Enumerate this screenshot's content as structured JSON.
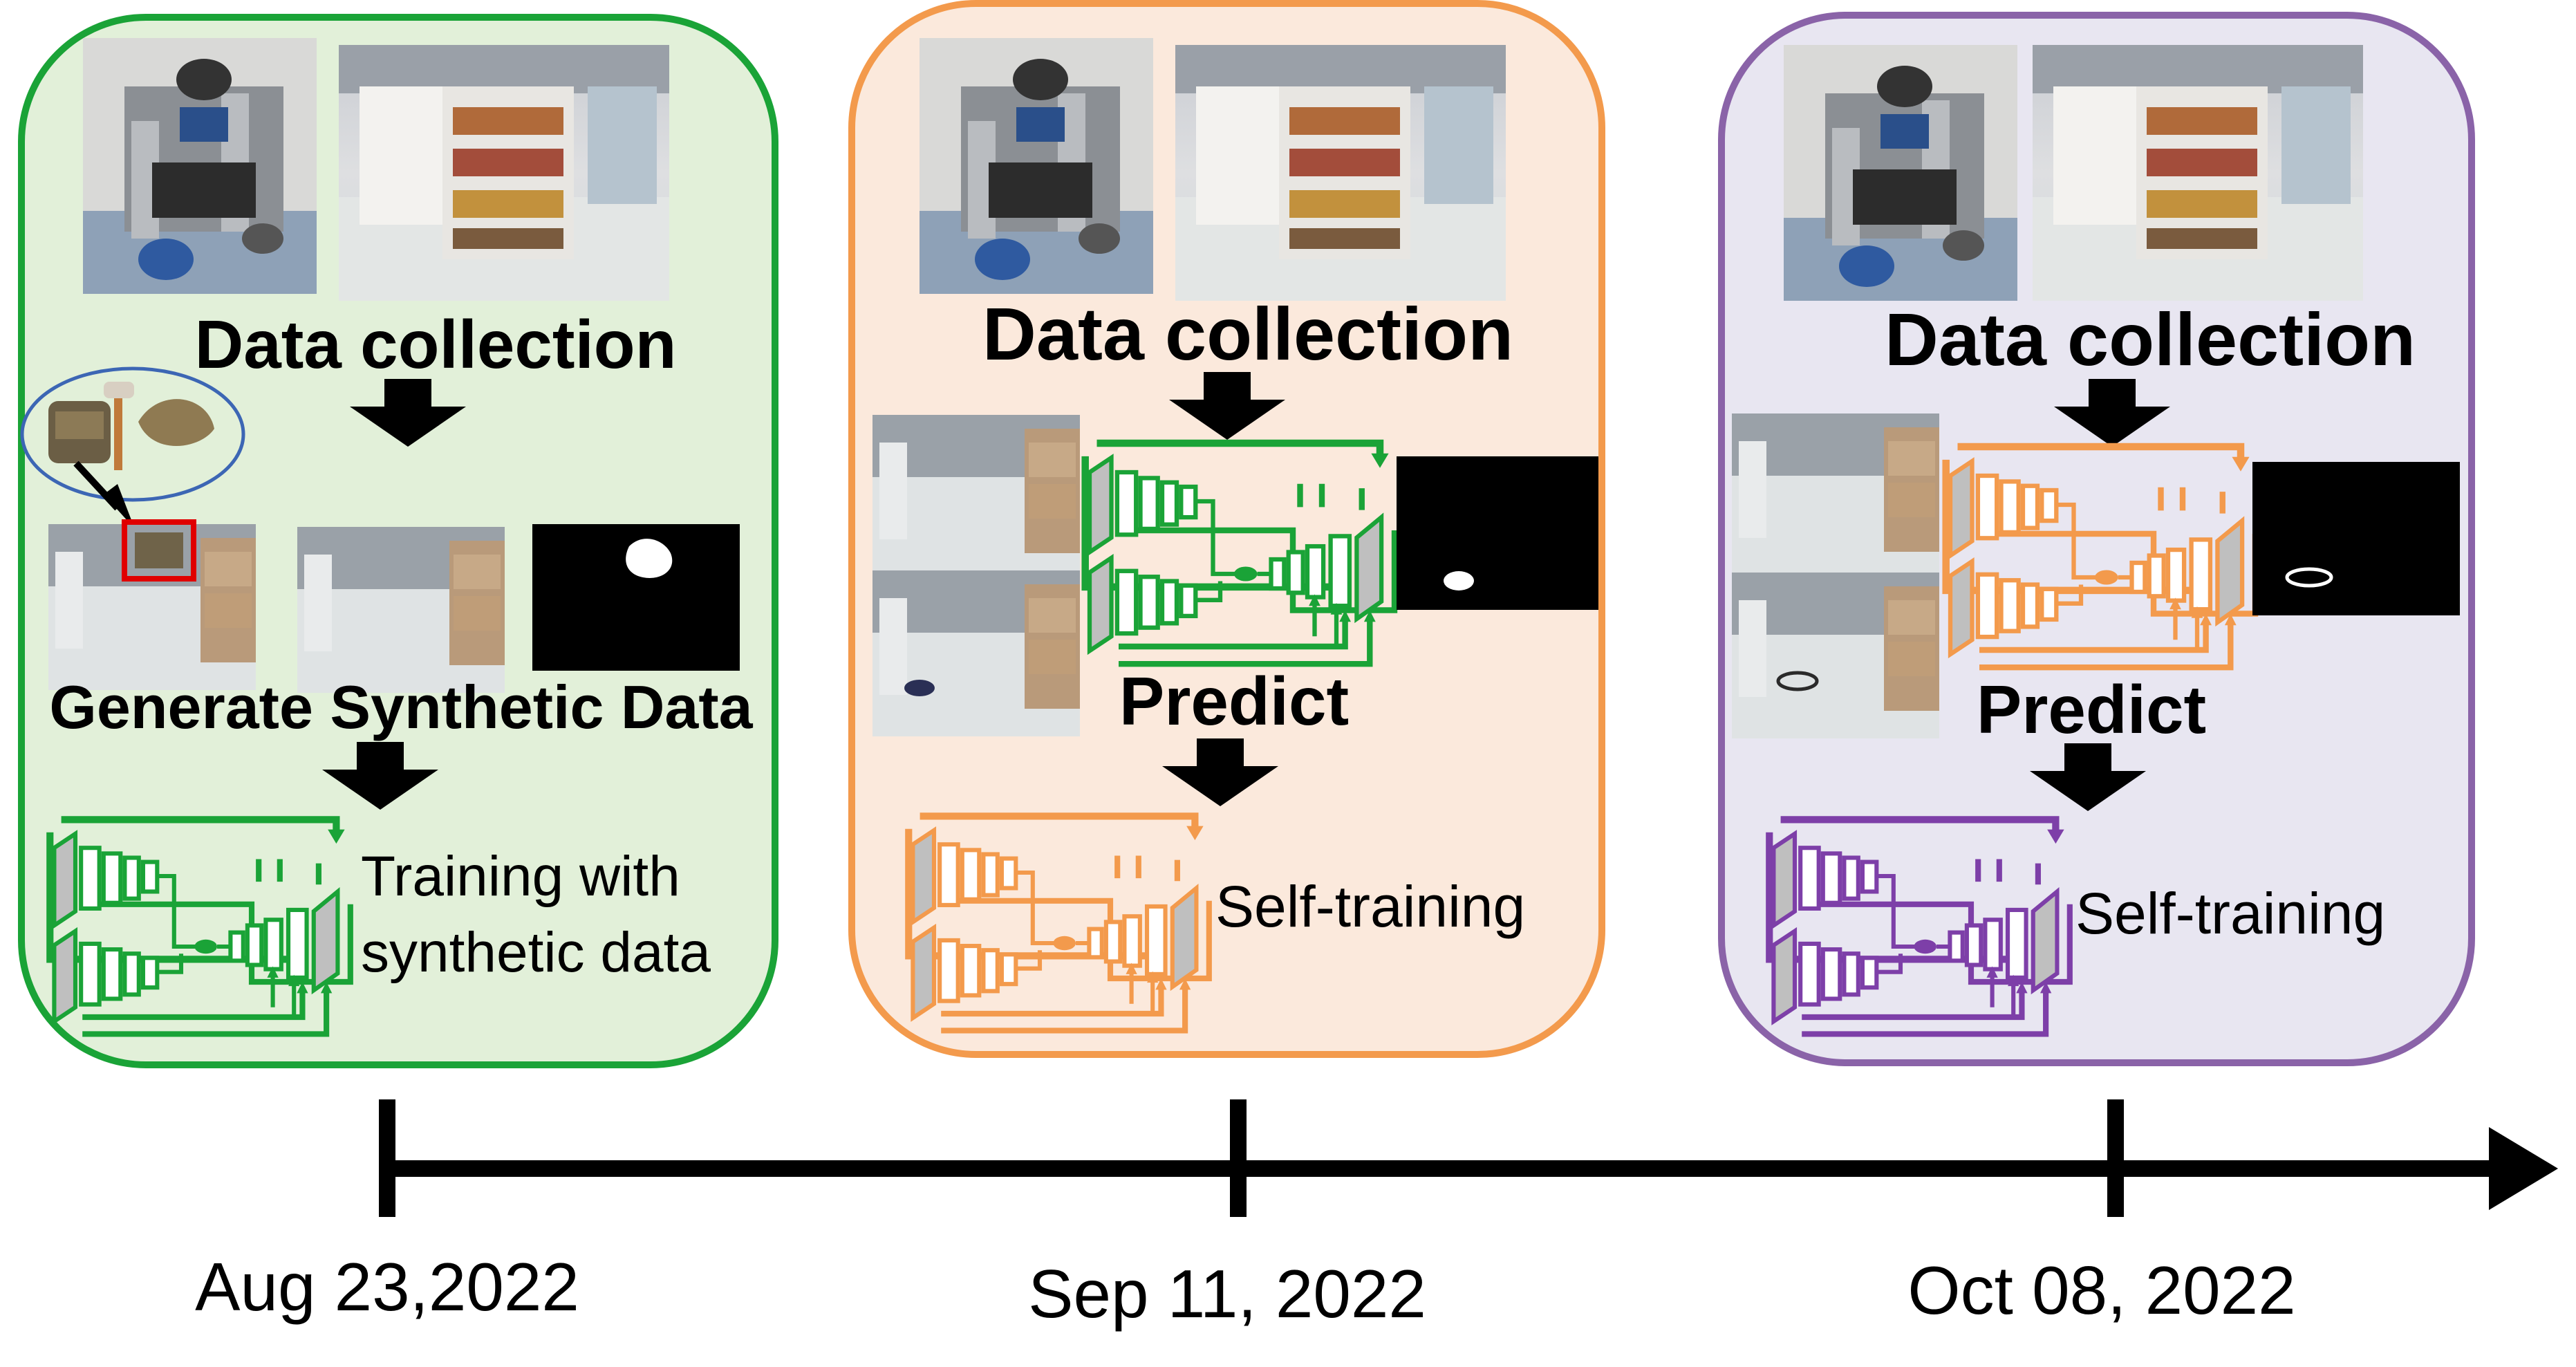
{
  "stage1": {
    "heading": "Data collection",
    "synthetic_label": "Generate Synthetic Data",
    "training_line1": "Training with",
    "training_line2": "synthetic data",
    "box_border": "#1aa337",
    "box_fill": "#e2f0d9",
    "net_color": "#1aa337"
  },
  "stage2": {
    "heading": "Data collection",
    "predict_label": "Predict",
    "training_label": "Self-training",
    "box_border": "#f39a4c",
    "box_fill": "#fbe9dc",
    "net_color": "#f39a4c",
    "predict_net_color": "#1aa337"
  },
  "stage3": {
    "heading": "Data collection",
    "predict_label": "Predict",
    "training_label": "Self-training",
    "box_border": "#8a63a8",
    "box_fill": "#e8e6f1",
    "net_color": "#7d3fa8",
    "predict_net_color": "#f39a4c"
  },
  "timeline": {
    "dates": [
      "Aug 23,2022",
      "Sep 11, 2022",
      "Oct 08, 2022"
    ]
  }
}
